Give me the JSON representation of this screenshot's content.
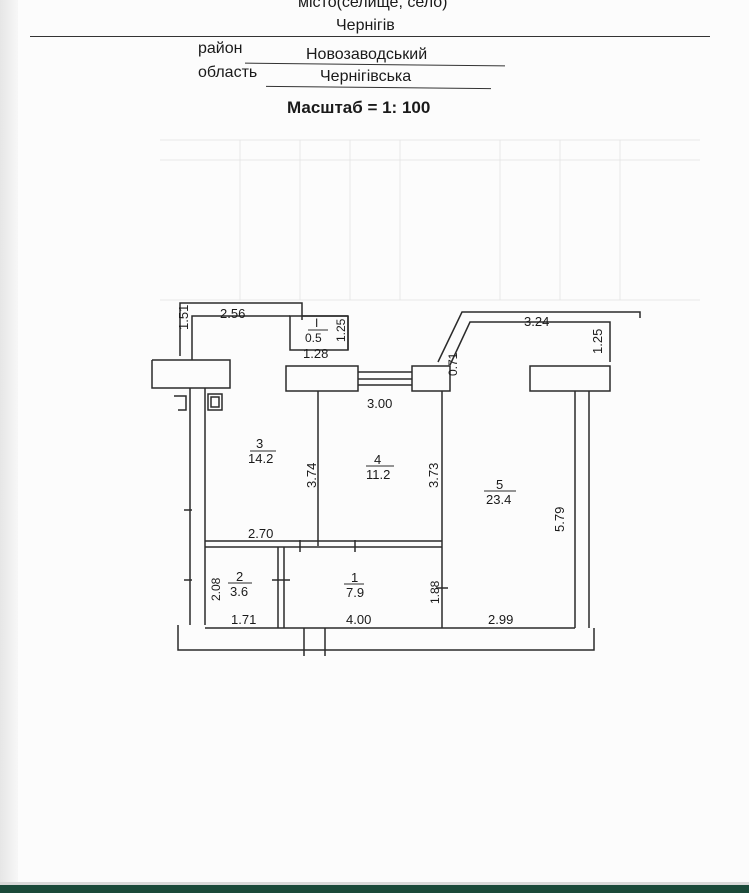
{
  "header": {
    "city_label": "місто(селище, село)",
    "city_value": "Чернігів",
    "district_label": "район",
    "district_value": "Новозаводський",
    "region_label": "область",
    "region_value": "Чернігівська",
    "scale_label": "Масштаб = 1: 100"
  },
  "rooms": [
    {
      "number": "1",
      "area": "7.9"
    },
    {
      "number": "2",
      "area": "3.6"
    },
    {
      "number": "3",
      "area": "14.2"
    },
    {
      "number": "4",
      "area": "11.2"
    },
    {
      "number": "5",
      "area": "23.4"
    },
    {
      "number": "I",
      "area": "0.5"
    }
  ],
  "dimensions": {
    "d256": "2.56",
    "d151": "1.51",
    "d128": "1.28",
    "d125a": "1.25",
    "d071": "0.71",
    "d324": "3.24",
    "d125b": "1.25",
    "d300": "3.00",
    "d374": "3.74",
    "d373": "3.73",
    "d579": "5.79",
    "d270": "2.70",
    "d208": "2.08",
    "d171": "1.71",
    "d400": "4.00",
    "d188": "1.88",
    "d299": "2.99"
  },
  "colors": {
    "wall": "#2b2b2b",
    "paper": "#fcfcfc",
    "bottom_bar": "#1b4a3a"
  }
}
